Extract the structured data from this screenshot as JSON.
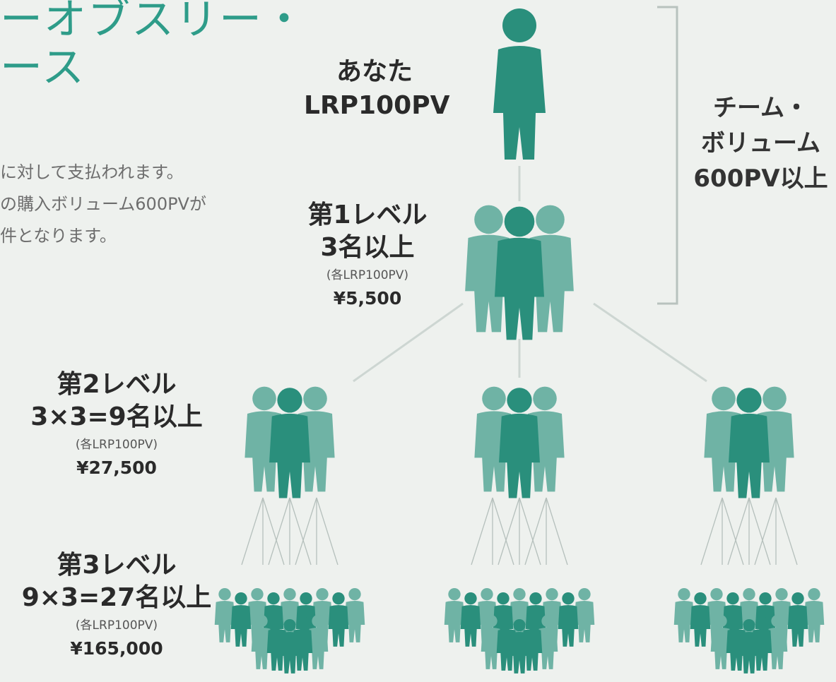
{
  "title": {
    "line1": "ーオブスリー・",
    "line2": "ース"
  },
  "description": {
    "line1": "に対して支払われます。",
    "line2": "の購入ボリューム600PVが",
    "line3": "件となります。"
  },
  "you": {
    "name": "あなた",
    "volume": "LRP100PV"
  },
  "team_volume": {
    "line1": "チーム・",
    "line2": "ボリューム",
    "line3": "600PV以上"
  },
  "levels": [
    {
      "name": "第1レベル",
      "count": "3名以上",
      "condition": "(各LRP100PV)",
      "bonus": "¥5,500"
    },
    {
      "name": "第2レベル",
      "count": "3×3=9名以上",
      "condition": "(各LRP100PV)",
      "bonus": "¥27,500"
    },
    {
      "name": "第3レベル",
      "count": "9×3=27名以上",
      "condition": "(各LRP100PV)",
      "bonus": "¥165,000"
    }
  ],
  "colors": {
    "dark_teal": "#2a8f7c",
    "light_teal": "#6fb3a5",
    "title_teal": "#2e9c89",
    "background": "#eef1ee",
    "line": "#c9d3cf"
  }
}
